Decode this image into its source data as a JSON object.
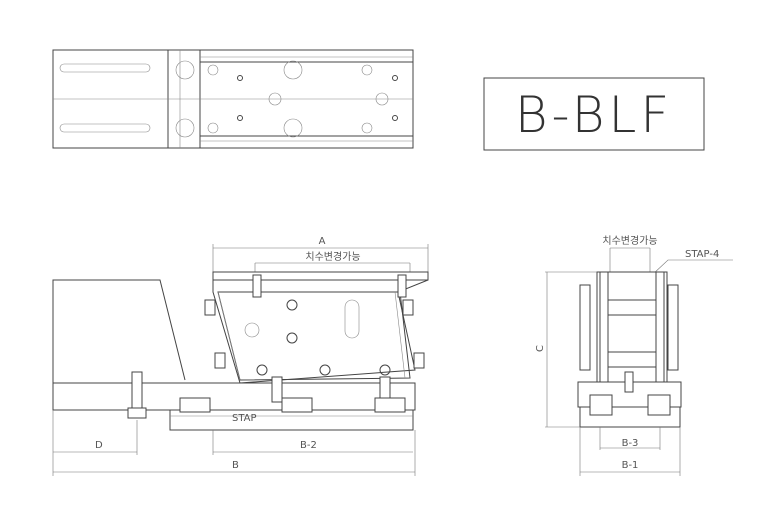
{
  "title_block": {
    "model": "B-BLF"
  },
  "front_view": {
    "dim_a": "A",
    "adjustable_note": "치수변경가능",
    "dim_d": "D",
    "dim_b2": "B-2",
    "dim_b": "B",
    "stap_note": "STAP"
  },
  "side_view": {
    "adjustable_note": "치수변경가능",
    "stap_callout": "STAP-4",
    "dim_c": "C",
    "dim_b3": "B-3",
    "dim_b1": "B-1"
  }
}
